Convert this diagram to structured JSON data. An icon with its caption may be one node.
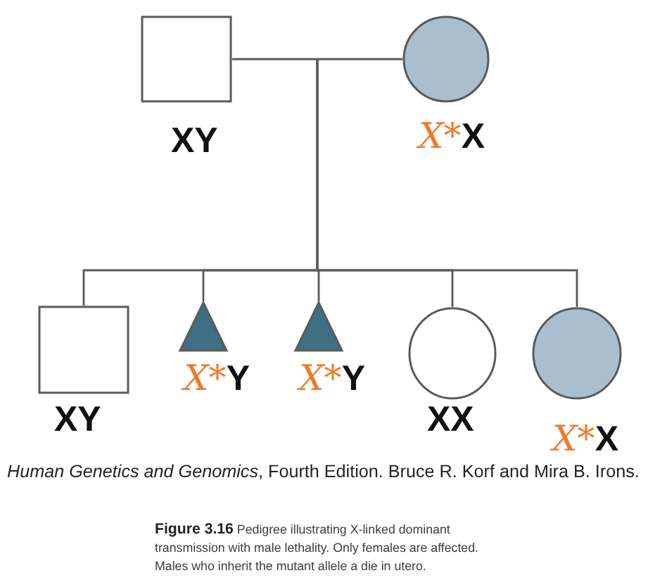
{
  "diagram": {
    "caption": "**Figure 3.16** Pedigree illustrating X-linked dominant transmission with male lethality. Only females are affected. Males who inherit the mutant allele a die in utero.",
    "nodes": [
      {
        "text": [],
        "shape": "box",
        "beside": [
          "XY"
        ]
      },
      {
        "text": [],
        "shape": "circle",
        "beside": [
          "X*X"
        ]
      },
      {
        "text": [],
        "shape": "box",
        "beside": [
          "XY"
        ]
      },
      {
        "text": [],
        "shape": "triangle",
        "beside": [
          "X*Y"
        ]
      },
      {
        "text": [],
        "shape": "triangle",
        "beside": [
          "X*Y"
        ]
      },
      {
        "text": [],
        "shape": "circle",
        "beside": [
          "XX"
        ]
      },
      {
        "text": [],
        "shape": "circle",
        "beside": [
          "X*X"
        ]
      }
    ],
    "edges": [
      {
        "from": 0,
        "to": 1,
        "arrow": "none"
      },
      {
        "from": null,
        "to": 2,
        "arrow": "none"
      },
      {
        "from": null,
        "to": 3,
        "arrow": "none"
      },
      {
        "from": null,
        "to": 4,
        "arrow": "none"
      },
      {
        "from": null,
        "to": 5,
        "arrow": "none"
      },
      {
        "from": null,
        "to": 6,
        "arrow": "none"
      }
    ],
    "labels": [
      "*Human Genetics and Genomics*, Fourth Edition. Bruce R. Korf and Mira B. Irons."
    ]
  }
}
